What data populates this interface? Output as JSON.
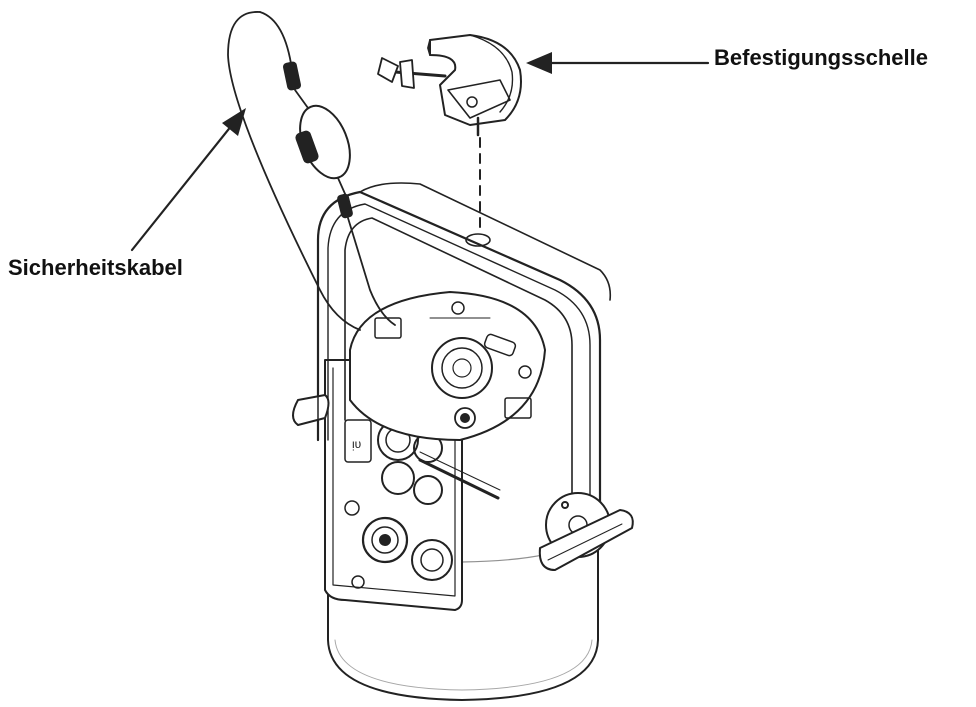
{
  "labels": {
    "clamp": "Befestigungsschelle",
    "cable": "Sicherheitskabel"
  },
  "colors": {
    "line": "#222222",
    "background": "#ffffff"
  },
  "icons": [
    "mounting-clamp",
    "safety-cable",
    "fixture-yoke",
    "connector-panel"
  ]
}
